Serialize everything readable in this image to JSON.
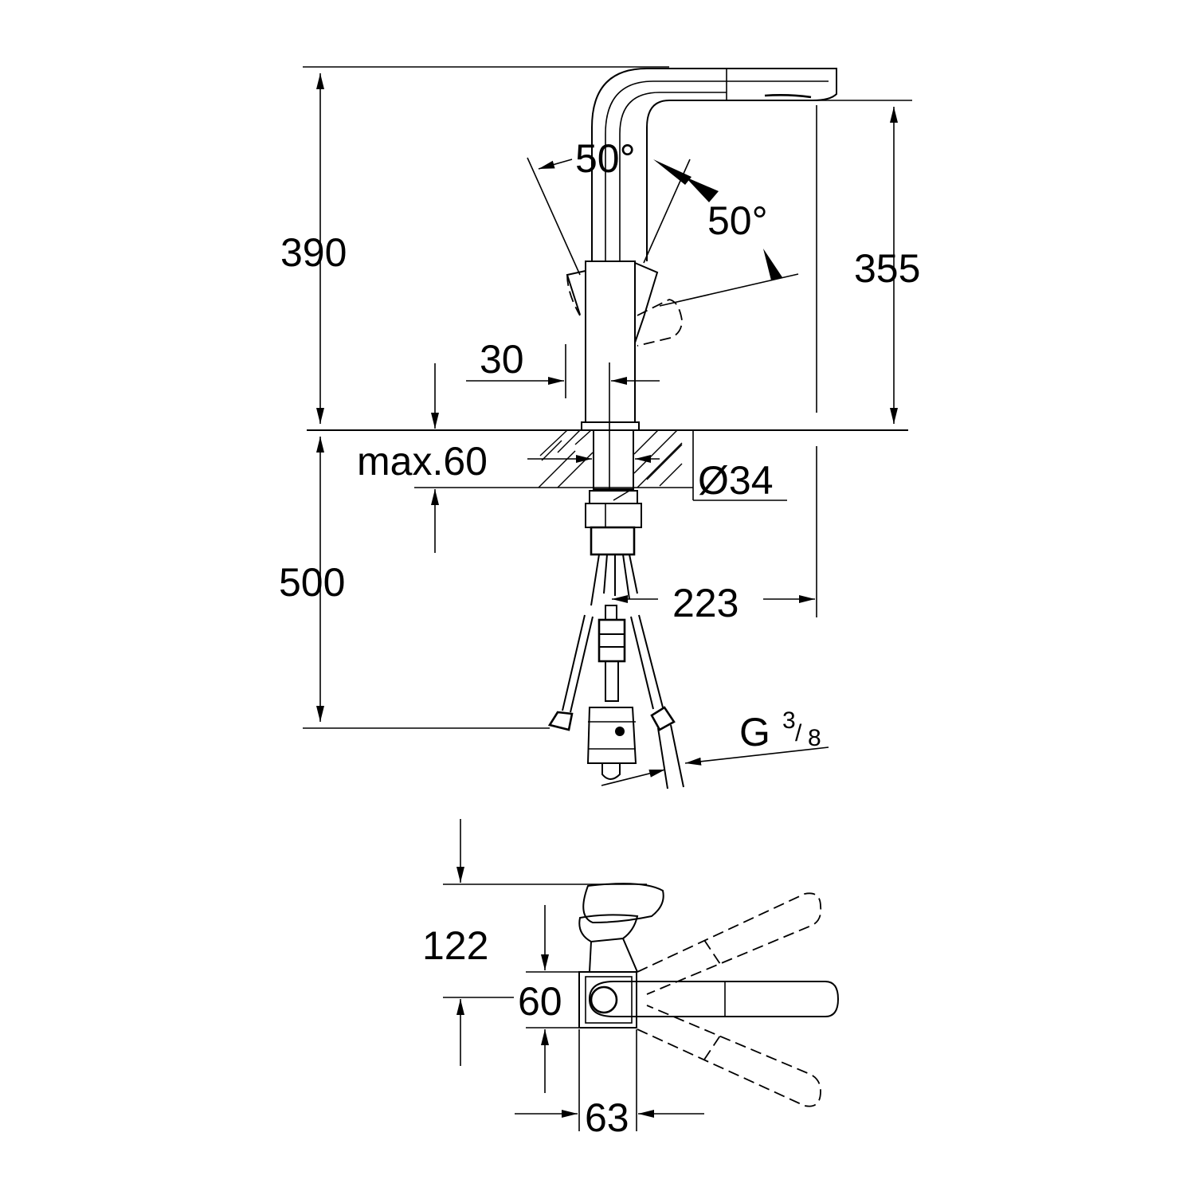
{
  "colors": {
    "line": "#000000",
    "background": "#ffffff"
  },
  "dimensions": {
    "total_height": "390",
    "spout_height": "355",
    "angle_spout": "50°",
    "angle_lever": "50°",
    "lever_offset": "30",
    "counter_thickness": "max.60",
    "hole_diameter": "Ø34",
    "hose_length": "500",
    "spout_reach": "223",
    "thread_g": "G",
    "thread_num": "3",
    "thread_den": "8",
    "top_clearance": "122",
    "body_depth": "60",
    "base_width": "63"
  }
}
